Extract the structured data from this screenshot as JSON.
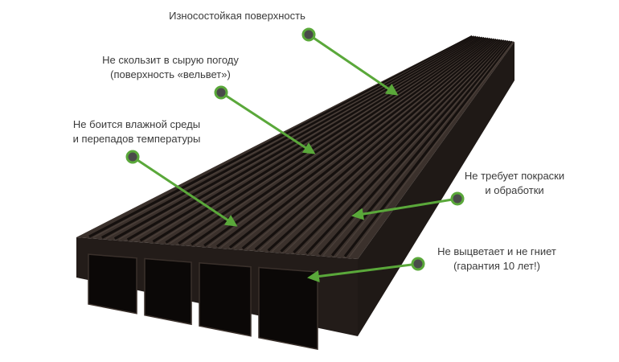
{
  "features": [
    {
      "lines": [
        "Износостойкая поверхность"
      ]
    },
    {
      "lines": [
        "Не скользит в сырую погоду",
        "(поверхность «вельвет»)"
      ]
    },
    {
      "lines": [
        "Не боится влажной среды",
        "и перепадов температуры"
      ]
    },
    {
      "lines": [
        "Не требует покраски",
        "и обработки"
      ]
    },
    {
      "lines": [
        "Не выцветает и не гниет",
        "(гарантия 10 лет!)"
      ]
    }
  ],
  "colors": {
    "accent": "#5aa83a",
    "dot": "#4a4a4a",
    "board": "#2e2622",
    "board_light": "#4a3f39",
    "text": "#3a3a3a"
  }
}
